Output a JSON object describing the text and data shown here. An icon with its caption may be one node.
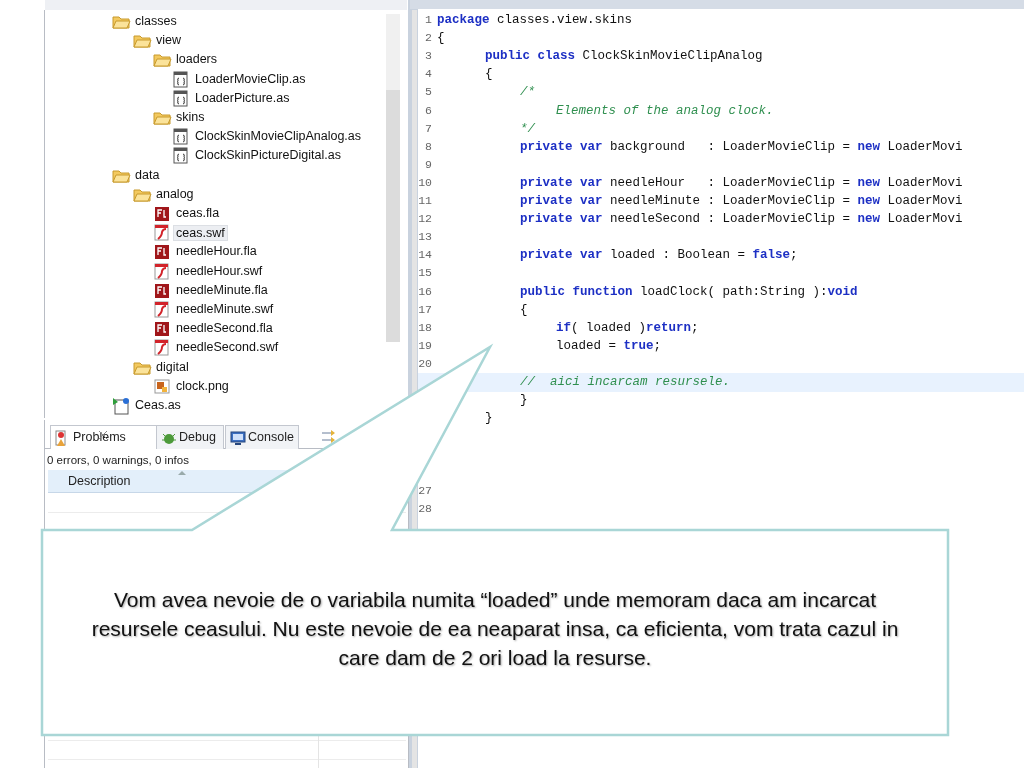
{
  "diagram": {
    "nodes": [
      {
        "text": [
          "Vom avea nevoie de o variabila numita “loaded” unde memoram daca am incarcat resursele ceasului. Nu este nevoie de ea neaparat insa, ca eficienta, vom trata cazul in care dam de 2 ori load la resurse."
        ]
      }
    ],
    "edges": [],
    "labels": [
      "classes",
      "view",
      "loaders",
      "LoaderMovieClip.as",
      "LoaderPicture.as",
      "skins",
      "ClockSkinMovieClipAnalog.as",
      "ClockSkinPictureDigital.as",
      "data",
      "analog",
      "ceas.fla",
      "ceas.swf",
      "needleHour.fla",
      "needleHour.swf",
      "needleMinute.fla",
      "needleMinute.swf",
      "needleSecond.fla",
      "needleSecond.swf",
      "digital",
      "clock.png",
      "Ceas.as",
      "1",
      "**package** classes.view.skins",
      "2",
      "{",
      "3",
      "**public** **class** ClockSkinMovieClipAnalog",
      "4",
      "{",
      "5",
      "/*",
      "6",
      "Elements of the analog clock.",
      "7",
      "*/",
      "8",
      "**private** **var** background   : LoaderMovieClip = **new** LoaderMovi",
      "9",
      "10",
      "**private** **var** needleHour   : LoaderMovieClip = **new** LoaderMovi",
      "11",
      "**private** **var** needleMinute : LoaderMovieClip = **new** LoaderMovi",
      "12",
      "**private** **var** needleSecond : LoaderMovieClip = **new** LoaderMovi",
      "13",
      "14",
      "**private** **var** loaded : Boolean = **false**;",
      "15",
      "16",
      "**public** **function** loadClock( path:String ):**void**",
      "17",
      "{",
      "18",
      "**if**( loaded )**return**;",
      "19",
      "loaded = **true**;",
      "20",
      "//  aici incarcam resursele.",
      "}",
      "}",
      "27",
      "28",
      "Problems",
      "Debug",
      "Console",
      "0 errors, 0 warnings, 0 infos",
      "Description"
    ]
  }
}
